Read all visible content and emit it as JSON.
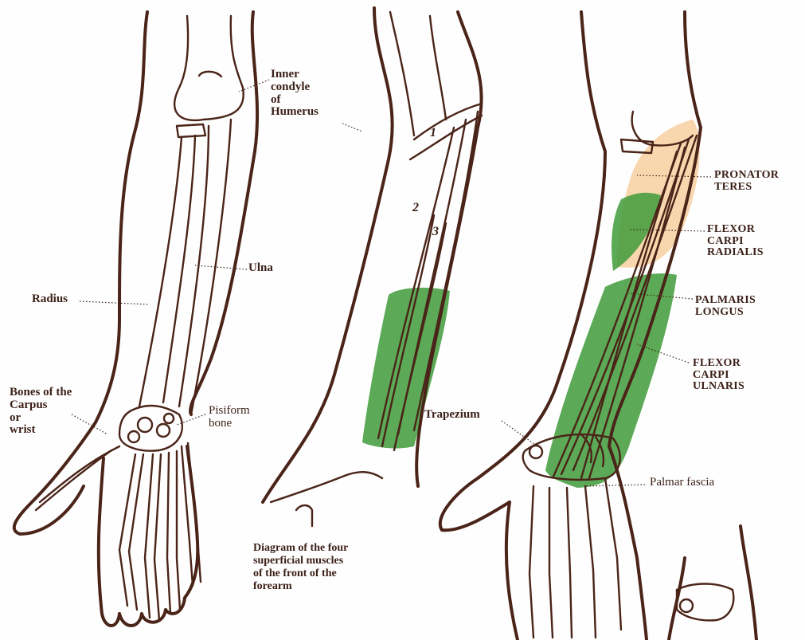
{
  "labels": {
    "inner_condyle": "Inner\ncondyle\nof\nHumerus",
    "ulna": "Ulna",
    "radius": "Radius",
    "bones_carpus": "Bones of the\nCarpus\nor\nwrist",
    "pisiform": "Pisiform\nbone",
    "pronator_teres": "PRONATOR\nTERES",
    "flexor_carpi_radialis": "FLEXOR\nCARPI\nRADIALIS",
    "palmaris_longus": "PALMARIS\nLONGUS",
    "flexor_carpi_ulnaris": "FLEXOR\nCARPI\nULNARIS",
    "trapezium": "Trapezium",
    "palmar_fascia": "Palmar fascia",
    "caption": "Diagram of the four\nsuperficial muscles\nof the front of the\nforearm"
  },
  "muscle_numbers": [
    "1",
    "2",
    "3"
  ],
  "colors": {
    "ink": "#4a2418",
    "pronator_fill": "#f7cfa0",
    "flexor_fill": "#3f9b3a",
    "background": "#fefefe"
  }
}
